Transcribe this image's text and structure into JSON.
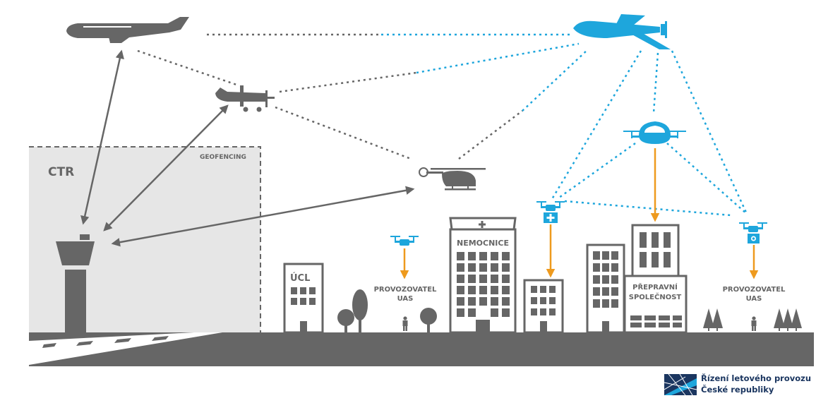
{
  "labels": {
    "ctr": "CTR",
    "geofencing": "GEOFENCING",
    "ucl": "ÚCL",
    "nemocnice": "NEMOCNICE",
    "operator_left_1": "PROVOZOVATEL",
    "operator_left_2": "UAS",
    "transport_1": "PŘEPRAVNÍ",
    "transport_2": "SPOLEČNOST",
    "operator_right_1": "PROVOZOVATEL",
    "operator_right_2": "UAS"
  },
  "logo": {
    "line1": "Řízení letového provozu",
    "line2": "České republiky"
  },
  "colors": {
    "manned": "#666666",
    "unmanned": "#1ea6dc",
    "delivery": "#ee9a1e",
    "ctr_zone": "#e6e6e6",
    "ground": "#666666",
    "logo_text": "#1b3660"
  },
  "icons": [
    "airliner-icon",
    "small-plane-icon",
    "helicopter-icon",
    "large-uav-icon",
    "air-taxi-icon",
    "drone-icon",
    "control-tower-icon",
    "person-icon",
    "tree-icon",
    "hospital-cross-icon",
    "camera-icon"
  ]
}
